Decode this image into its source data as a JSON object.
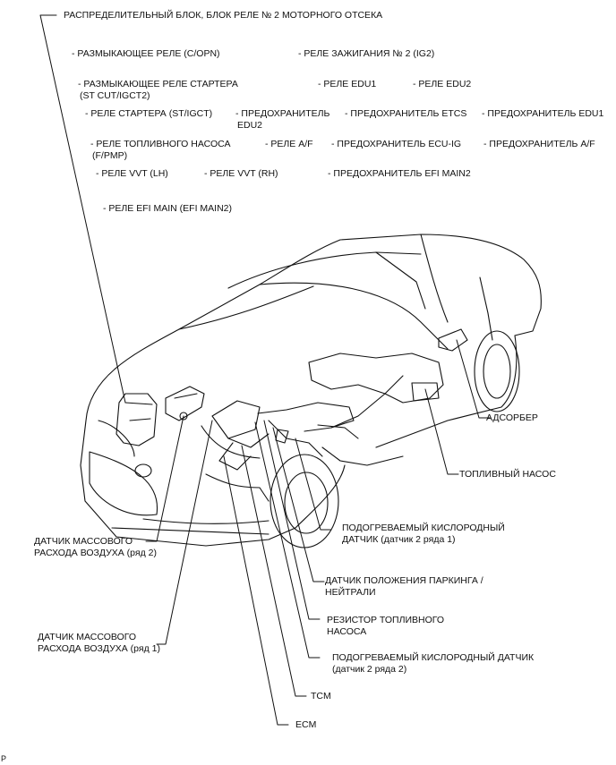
{
  "diagram": {
    "title": "РАСПРЕДЕЛИТЕЛЬНЫЙ БЛОК, БЛОК РЕЛЕ № 2 МОТОРНОГО ОТСЕКА",
    "relay_items": [
      "- РАЗМЫКАЮЩЕЕ РЕЛЕ (C/OPN)",
      "- РЕЛЕ ЗАЖИГАНИЯ № 2 (IG2)",
      "- РАЗМЫКАЮЩЕЕ РЕЛЕ СТАРТЕРА",
      "(ST CUT/IGCT2)",
      "- РЕЛЕ EDU1",
      "- РЕЛЕ EDU2",
      "- РЕЛЕ СТАРТЕРА (ST/IGCT)",
      "- ПРЕДОХРАНИТЕЛЬ",
      "EDU2",
      "- ПРЕДОХРАНИТЕЛЬ ETCS",
      "- ПРЕДОХРАНИТЕЛЬ EDU1",
      "- РЕЛЕ ТОПЛИВНОГО НАСОСА",
      "(F/PMP)",
      "- РЕЛЕ A/F",
      "- ПРЕДОХРАНИТЕЛЬ ECU-IG",
      "- ПРЕДОХРАНИТЕЛЬ A/F",
      "- РЕЛЕ VVT (LH)",
      "- РЕЛЕ VVT (RH)",
      "- ПРЕДОХРАНИТЕЛЬ EFI MAIN2",
      "- РЕЛЕ EFI MAIN (EFI MAIN2)"
    ],
    "callouts": {
      "adsorber": "АДСОРБЕР",
      "fuel_pump": "ТОПЛИВНЫЙ НАСОС",
      "o2_b2s1": [
        "ПОДОГРЕВАЕМЫЙ КИСЛОРОДНЫЙ",
        "ДАТЧИК (датчик 2 ряда 1)"
      ],
      "pnp_switch": [
        "ДАТЧИК ПОЛОЖЕНИЯ ПАРКИНГА /",
        "НЕЙТРАЛИ"
      ],
      "fuel_pump_resistor": [
        "РЕЗИСТОР ТОПЛИВНОГО",
        "НАСОСА"
      ],
      "o2_b2s2": [
        "ПОДОГРЕВАЕМЫЙ КИСЛОРОДНЫЙ ДАТЧИК",
        "(датчик 2 ряда 2)"
      ],
      "tcm": "TCM",
      "ecm": "ECM",
      "maf_bank2": [
        "ДАТЧИК МАССОВОГО",
        "РАСХОДА ВОЗДУХА (ряд 2)"
      ],
      "maf_bank1": [
        "ДАТЧИК МАССОВОГО",
        "РАСХОДА ВОЗДУХА (ряд 1)"
      ]
    },
    "figure_mark": "P"
  }
}
